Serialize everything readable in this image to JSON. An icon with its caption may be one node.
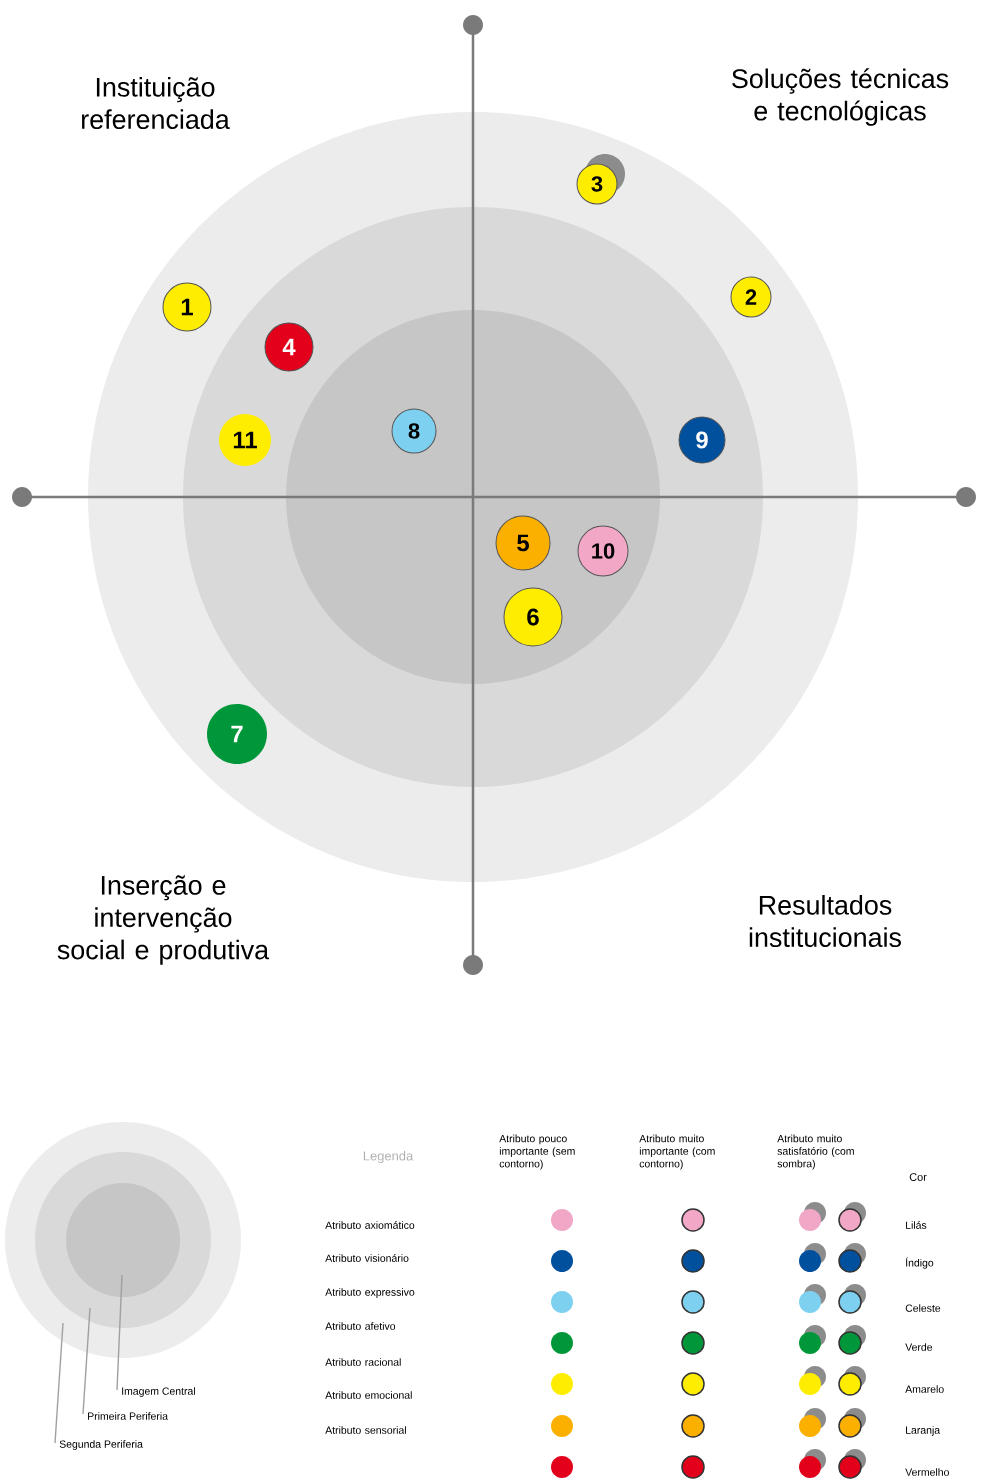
{
  "diagram": {
    "nodes": [
      {
        "text": [
          "1"
        ]
      },
      {
        "text": [
          "2"
        ]
      },
      {
        "text": [
          "3"
        ]
      },
      {
        "text": [
          "4"
        ]
      },
      {
        "text": [
          "5"
        ]
      },
      {
        "text": [
          "6"
        ]
      },
      {
        "text": [
          "7"
        ]
      },
      {
        "text": [
          "8"
        ]
      },
      {
        "text": [
          "9"
        ]
      },
      {
        "text": [
          "10"
        ]
      },
      {
        "text": [
          "11"
        ]
      },
      {
        "text": [],
        "shape": "circle"
      },
      {
        "text": [],
        "shape": "circle",
        "in": 11
      },
      {
        "text": [],
        "shape": "circle",
        "in": 12
      },
      {
        "text": [
          "Imagem Central"
        ]
      },
      {
        "text": [
          "Primeira Periferia"
        ]
      },
      {
        "text": [
          "Segunda Periferia"
        ]
      }
    ],
    "edges": [
      {
        "from": 14,
        "to": 13,
        "arrow": "none"
      },
      {
        "from": 15,
        "to": 12,
        "arrow": "none"
      },
      {
        "from": 16,
        "to": 11,
        "arrow": "none"
      }
    ],
    "labels": [
      "Instituição referenciada",
      "Soluções técnicas e tecnológicas",
      "Inserção e intervenção social e produtiva",
      "Resultados institucionais",
      "Legenda",
      "Atributo pouco importante (sem contorno)",
      "Atributo muito importante (com contorno)",
      "Atributo muito satisfatório (com sombra)",
      "Cor",
      "Atributo axiomático",
      "Atributo visionário",
      "Atributo expressivo",
      "Atributo afetivo",
      "Atributo racional",
      "Atributo emocional",
      "Atributo sensorial"
    ],
    "legend": [
      {
        "text": "Lilás",
        "color": "#f2a7c6"
      },
      {
        "text": "Índigo",
        "color": "#00509e"
      },
      {
        "text": "Celeste",
        "color": "#7dd0f0"
      },
      {
        "text": "Verde",
        "color": "#00963a"
      },
      {
        "text": "Amarelo",
        "color": "#ffed00"
      },
      {
        "text": "Laranja",
        "color": "#fbb000"
      },
      {
        "text": "Vermelho",
        "color": "#e2001a"
      }
    ]
  }
}
